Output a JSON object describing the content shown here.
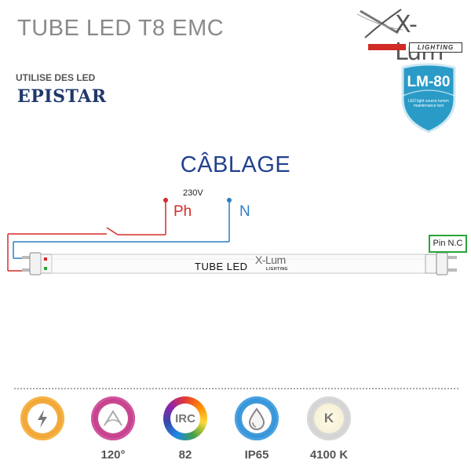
{
  "title": "TUBE LED T8 EMC",
  "chip": {
    "label": "UTILISE DES LED",
    "brand": "EPISTAR"
  },
  "logo": {
    "name": "X-Lum",
    "tagline": "LIGHTING"
  },
  "badge": {
    "name": "LM-80",
    "subtitle": "LED light source lumen maintenance test"
  },
  "wiring": {
    "heading": "CÂBLAGE",
    "voltage": "230V",
    "phase_label": "Ph",
    "neutral_label": "N",
    "pin_label": "Pin N.C",
    "tube_label": "TUBE LED",
    "tube_logo": "X-Lum",
    "tube_logo_sub": "LIGHTING"
  },
  "features": [
    {
      "icon": "lightning-icon",
      "value": "",
      "color": "#f0a22e"
    },
    {
      "icon": "beam-angle-icon",
      "value": "120°",
      "color": "#c13c87"
    },
    {
      "icon": "irc-icon",
      "value": "82",
      "label": "IRC",
      "color": "rainbow"
    },
    {
      "icon": "water-drop-icon",
      "value": "IP65",
      "color": "#2d8fd6"
    },
    {
      "icon": "kelvin-icon",
      "value": "4100 K",
      "label": "K",
      "color": "#c8c8c8"
    }
  ],
  "colors": {
    "title": "#8a8a8a",
    "heading": "#22428f",
    "phase": "#d62a2a",
    "neutral": "#2b7ec6",
    "pin_border": "#2aa43a",
    "badge": "#2a9bc7"
  }
}
